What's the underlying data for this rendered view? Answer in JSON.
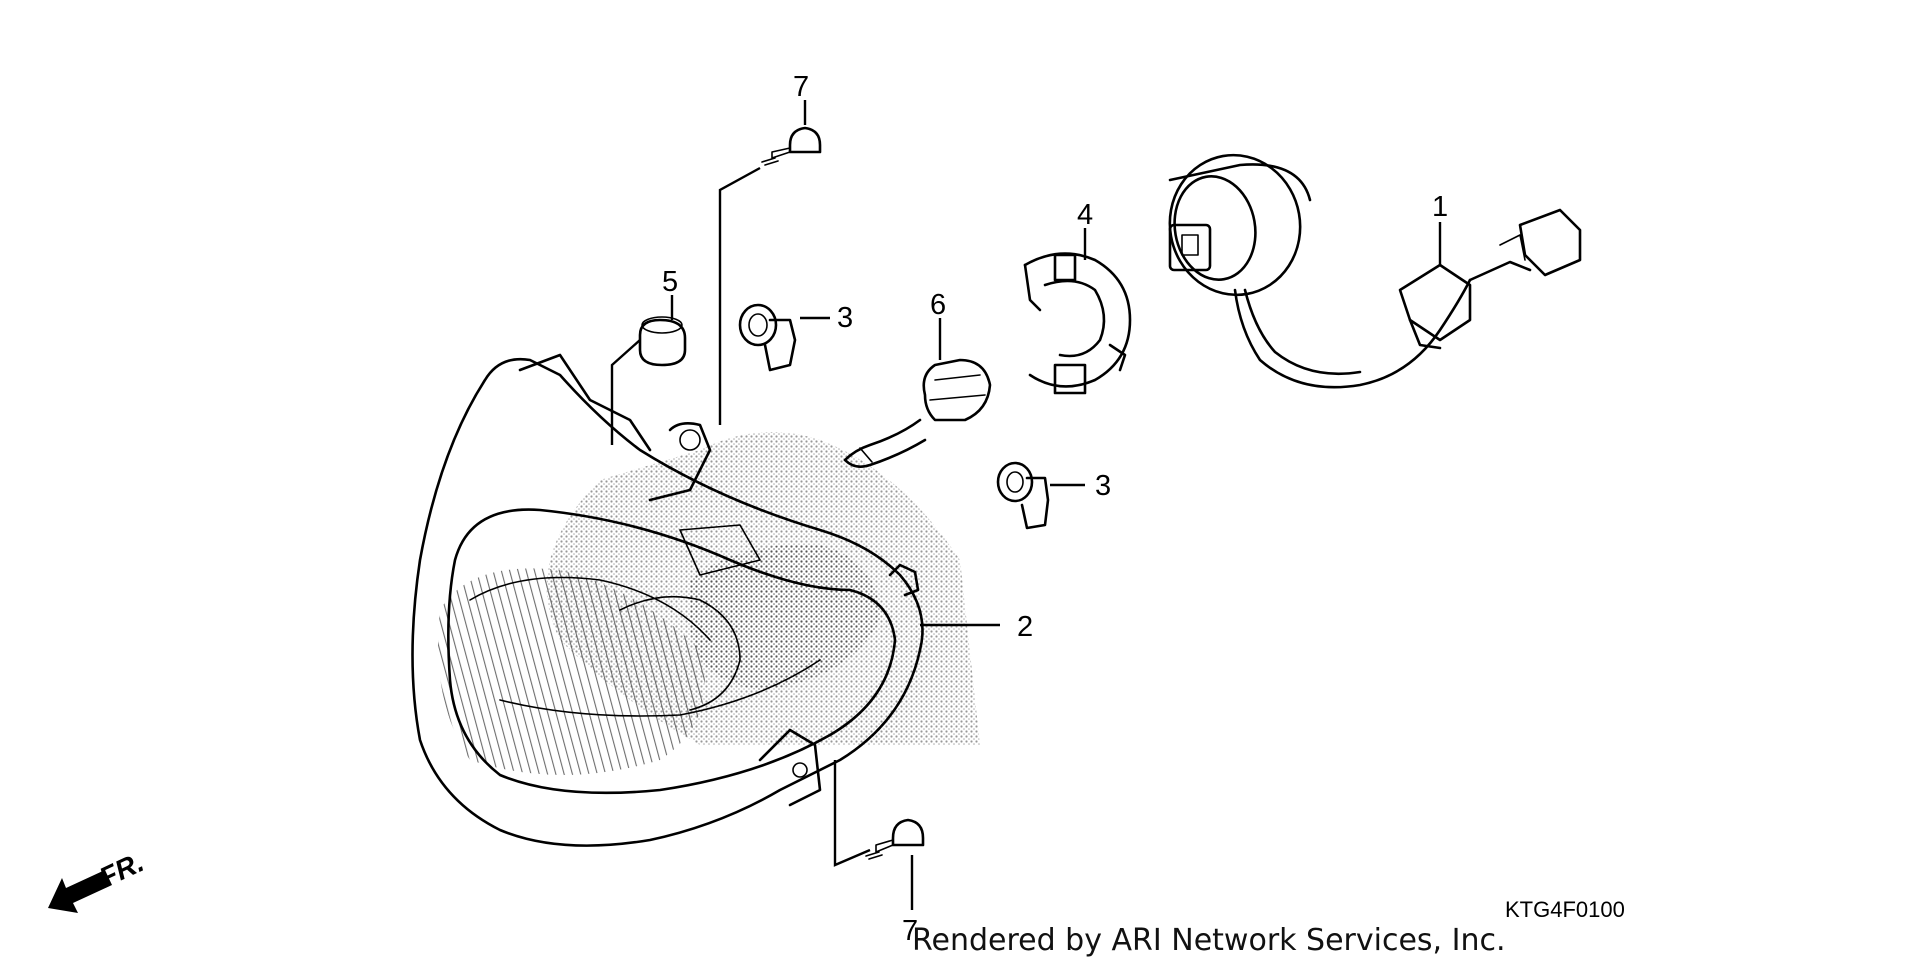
{
  "diagram": {
    "callouts": {
      "wire_harness": "1",
      "headlight_unit": "2",
      "cap_upper": "3",
      "cap_lower": "3",
      "bulb_socket_cover": "4",
      "rubber_grommet": "5",
      "bulb": "6",
      "screw_upper": "7",
      "screw_lower": "7"
    },
    "diagram_code": "KTG4F0100",
    "front_indicator": "FR.",
    "footer": "Rendered by ARI Network Services, Inc."
  }
}
